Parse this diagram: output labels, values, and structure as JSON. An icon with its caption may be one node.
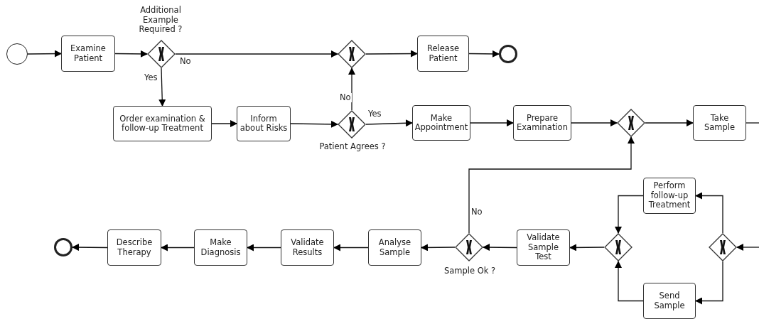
{
  "diagram": {
    "nodes": [
      {
        "text": [],
        "shape": "circle"
      },
      {
        "text": [
          "Examine Patient"
        ]
      },
      {
        "text": [],
        "shape": "diamond",
        "beside": [
          "Additional Example Required ?"
        ]
      },
      {
        "text": [],
        "shape": "diamond"
      },
      {
        "text": [
          "Release Patient"
        ]
      },
      {
        "text": [],
        "shape": "circle"
      },
      {
        "text": [
          "Order examination & follow-up Treatment"
        ]
      },
      {
        "text": [
          "Inform about Risks"
        ]
      },
      {
        "text": [],
        "shape": "diamond",
        "beside": [
          "Patient Agrees ?"
        ]
      },
      {
        "text": [
          "Make Appointment"
        ]
      },
      {
        "text": [
          "Prepare Examination"
        ]
      },
      {
        "text": [],
        "shape": "diamond"
      },
      {
        "text": [
          "Take Sample"
        ]
      },
      {
        "text": [
          "Perform follow-up Treatment"
        ]
      },
      {
        "text": [],
        "shape": "diamond"
      },
      {
        "text": [],
        "shape": "diamond"
      },
      {
        "text": [
          "Send Sample"
        ]
      },
      {
        "text": [
          "Validate Sample Test"
        ]
      },
      {
        "text": [],
        "shape": "diamond",
        "beside": [
          "Sample Ok ?"
        ]
      },
      {
        "text": [
          "Analyse Sample"
        ]
      },
      {
        "text": [
          "Validate Results"
        ]
      },
      {
        "text": [
          "Make Diagnosis"
        ]
      },
      {
        "text": [
          "Describe Therapy"
        ]
      },
      {
        "text": [],
        "shape": "circle"
      }
    ],
    "edges": [
      {
        "from": 0,
        "to": 1,
        "arrow": "to"
      },
      {
        "from": 1,
        "to": 2,
        "arrow": "to"
      },
      {
        "from": 2,
        "to": 3,
        "arrow": "to",
        "label": "No"
      },
      {
        "from": 2,
        "to": 6,
        "arrow": "to",
        "label": "Yes"
      },
      {
        "from": 3,
        "to": 4,
        "arrow": "to"
      },
      {
        "from": 4,
        "to": 5,
        "arrow": "to"
      },
      {
        "from": 6,
        "to": 7,
        "arrow": "to"
      },
      {
        "from": 7,
        "to": 8,
        "arrow": "to"
      },
      {
        "from": 8,
        "to": 3,
        "arrow": "to",
        "label": "No"
      },
      {
        "from": 8,
        "to": 9,
        "arrow": "to",
        "label": "Yes"
      },
      {
        "from": 9,
        "to": 10,
        "arrow": "to"
      },
      {
        "from": 10,
        "to": 11,
        "arrow": "to"
      },
      {
        "from": 11,
        "to": 12,
        "arrow": "to"
      },
      {
        "from": 12,
        "to": null,
        "arrow": "none"
      },
      {
        "from": null,
        "to": 14,
        "arrow": "to"
      },
      {
        "from": 14,
        "to": 13,
        "arrow": "to"
      },
      {
        "from": 14,
        "to": 16,
        "arrow": "to"
      },
      {
        "from": 13,
        "to": 15,
        "arrow": "to"
      },
      {
        "from": 16,
        "to": 15,
        "arrow": "to"
      },
      {
        "from": 15,
        "to": 17,
        "arrow": "to"
      },
      {
        "from": 17,
        "to": 18,
        "arrow": "to"
      },
      {
        "from": 18,
        "to": 11,
        "arrow": "to",
        "label": "No"
      },
      {
        "from": 18,
        "to": 19,
        "arrow": "to"
      },
      {
        "from": 19,
        "to": 20,
        "arrow": "to"
      },
      {
        "from": 20,
        "to": 21,
        "arrow": "to"
      },
      {
        "from": 21,
        "to": 22,
        "arrow": "to"
      },
      {
        "from": 22,
        "to": 23,
        "arrow": "to"
      }
    ]
  }
}
